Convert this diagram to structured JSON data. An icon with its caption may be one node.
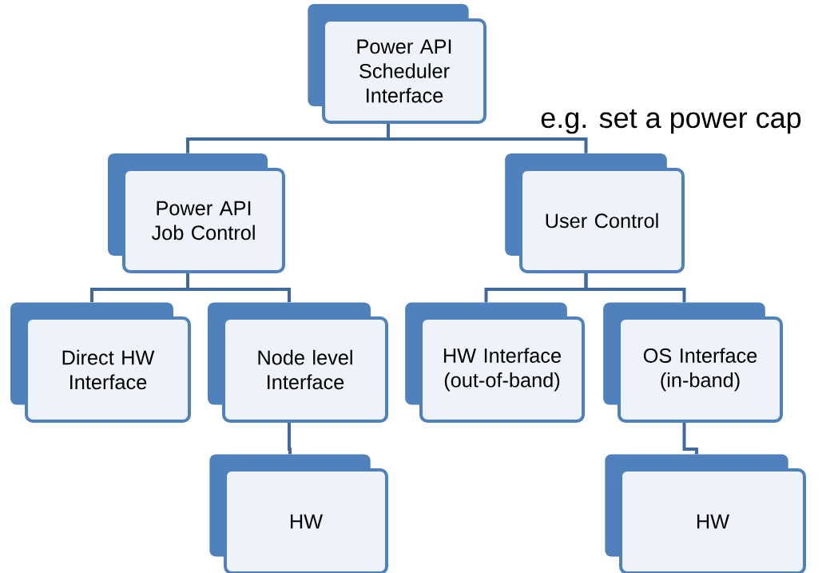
{
  "diagram": {
    "nodes": [
      {
        "text": [
          "Power API Scheduler Interface"
        ]
      },
      {
        "text": [
          "Power API Job Control"
        ]
      },
      {
        "text": [
          "User Control"
        ]
      },
      {
        "text": [
          "Direct HW Interface"
        ]
      },
      {
        "text": [
          "Node level Interface"
        ]
      },
      {
        "text": [
          "HW Interface (out-of-band)"
        ]
      },
      {
        "text": [
          "OS Interface (in-band)"
        ]
      },
      {
        "text": [
          "HW"
        ]
      },
      {
        "text": [
          "HW"
        ]
      }
    ],
    "edges": [
      {
        "from": 0,
        "to": 1,
        "arrow": "none"
      },
      {
        "from": 0,
        "to": 2,
        "arrow": "none"
      },
      {
        "from": 1,
        "to": 3,
        "arrow": "none"
      },
      {
        "from": 1,
        "to": 4,
        "arrow": "none"
      },
      {
        "from": 2,
        "to": 5,
        "arrow": "none"
      },
      {
        "from": 2,
        "to": 6,
        "arrow": "none"
      },
      {
        "from": 4,
        "to": 7,
        "arrow": "none"
      },
      {
        "from": 6,
        "to": 8,
        "arrow": "none"
      }
    ],
    "labels": [
      "e.g. set a power cap"
    ]
  }
}
